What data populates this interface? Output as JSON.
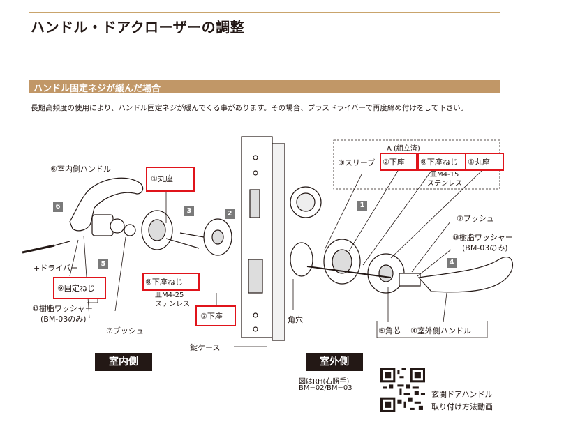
{
  "title": "ハンドル・ドアクローザーの調整",
  "section": {
    "title": "ハンドル固定ネジが緩んだ場合",
    "description": "長期高頻度の使用により、ハンドル固定ネジが緩んでくる事があります。その場合、プラスドライバーで再度締め付けをして下さい。"
  },
  "labels": {
    "indoor_handle": "⑥室内側ハンドル",
    "round_base": "①丸座",
    "lower_screw": "⑧下座ねじ",
    "lower_screw_spec1": "皿M4-25",
    "lower_screw_spec2": "ステンレス",
    "lower_base": "②下座",
    "fixing_screw": "⑨固定ねじ",
    "driver": "+ドライバー",
    "resin_washer": "⑩樹脂ワッシャー",
    "resin_washer_note": "(BM-03のみ)",
    "bush": "⑦ブッシュ",
    "lock_case": "錠ケース",
    "square_hole": "角穴",
    "assembled": "A (組立済)",
    "sleeve": "③スリーブ",
    "lower_base_a": "②下座",
    "lower_screw_a": "⑧下座ねじ",
    "round_base_a": "①丸座",
    "lower_screw_a_spec1": "皿M4-15",
    "lower_screw_a_spec2": "ステンレス",
    "bush_r": "⑦ブッシュ",
    "resin_washer_r": "⑩樹脂ワッシャー",
    "resin_washer_r_note": "(BM-03のみ)",
    "spindle": "⑤角芯",
    "outdoor_handle": "④室外側ハンドル"
  },
  "steps": [
    "1",
    "2",
    "3",
    "4",
    "5",
    "6"
  ],
  "sides": {
    "indoor": "室内側",
    "outdoor": "室外側"
  },
  "note": {
    "line1": "図はRH(右勝手)",
    "line2": "BM−02/BM−03"
  },
  "qr_caption": {
    "line1": "玄関ドアハンドル",
    "line2": "取り付け方法動画"
  },
  "colors": {
    "accent_gold": "#c19767",
    "highlight_red": "#e0141b",
    "badge": "#231815"
  }
}
